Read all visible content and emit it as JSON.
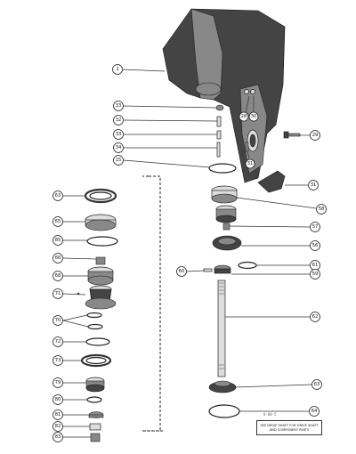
{
  "callouts": {
    "c1": "1",
    "c2": "29",
    "c3": "28",
    "c4": "30",
    "c5": "31",
    "c6": "33",
    "c7": "32",
    "c8": "33",
    "c9": "34",
    "c10": "15",
    "c11": "58",
    "c12": "57",
    "c13": "56",
    "c14": "61",
    "c15": "59",
    "c16": "60",
    "c17": "62",
    "c18": "63",
    "c19": "64",
    "l1": "63",
    "l2": "65",
    "l3": "85",
    "l4": "66",
    "l5": "68",
    "l6": "71",
    "l7": "70",
    "l8": "72",
    "l9": "73",
    "l10": "79",
    "l11": "80",
    "l12": "81",
    "l13": "82",
    "l14": "83"
  },
  "note": {
    "stamp": "0-00-5",
    "line1": "SEE DRIVE SHAFT FOR DRIVE SHAFT",
    "line2": "AND COMPONENT PARTS"
  },
  "icons": {
    "housing": "gear-housing-icon",
    "gear": "bevel-gear-icon",
    "bearing": "tapered-bearing-icon",
    "ring": "o-ring-icon"
  }
}
